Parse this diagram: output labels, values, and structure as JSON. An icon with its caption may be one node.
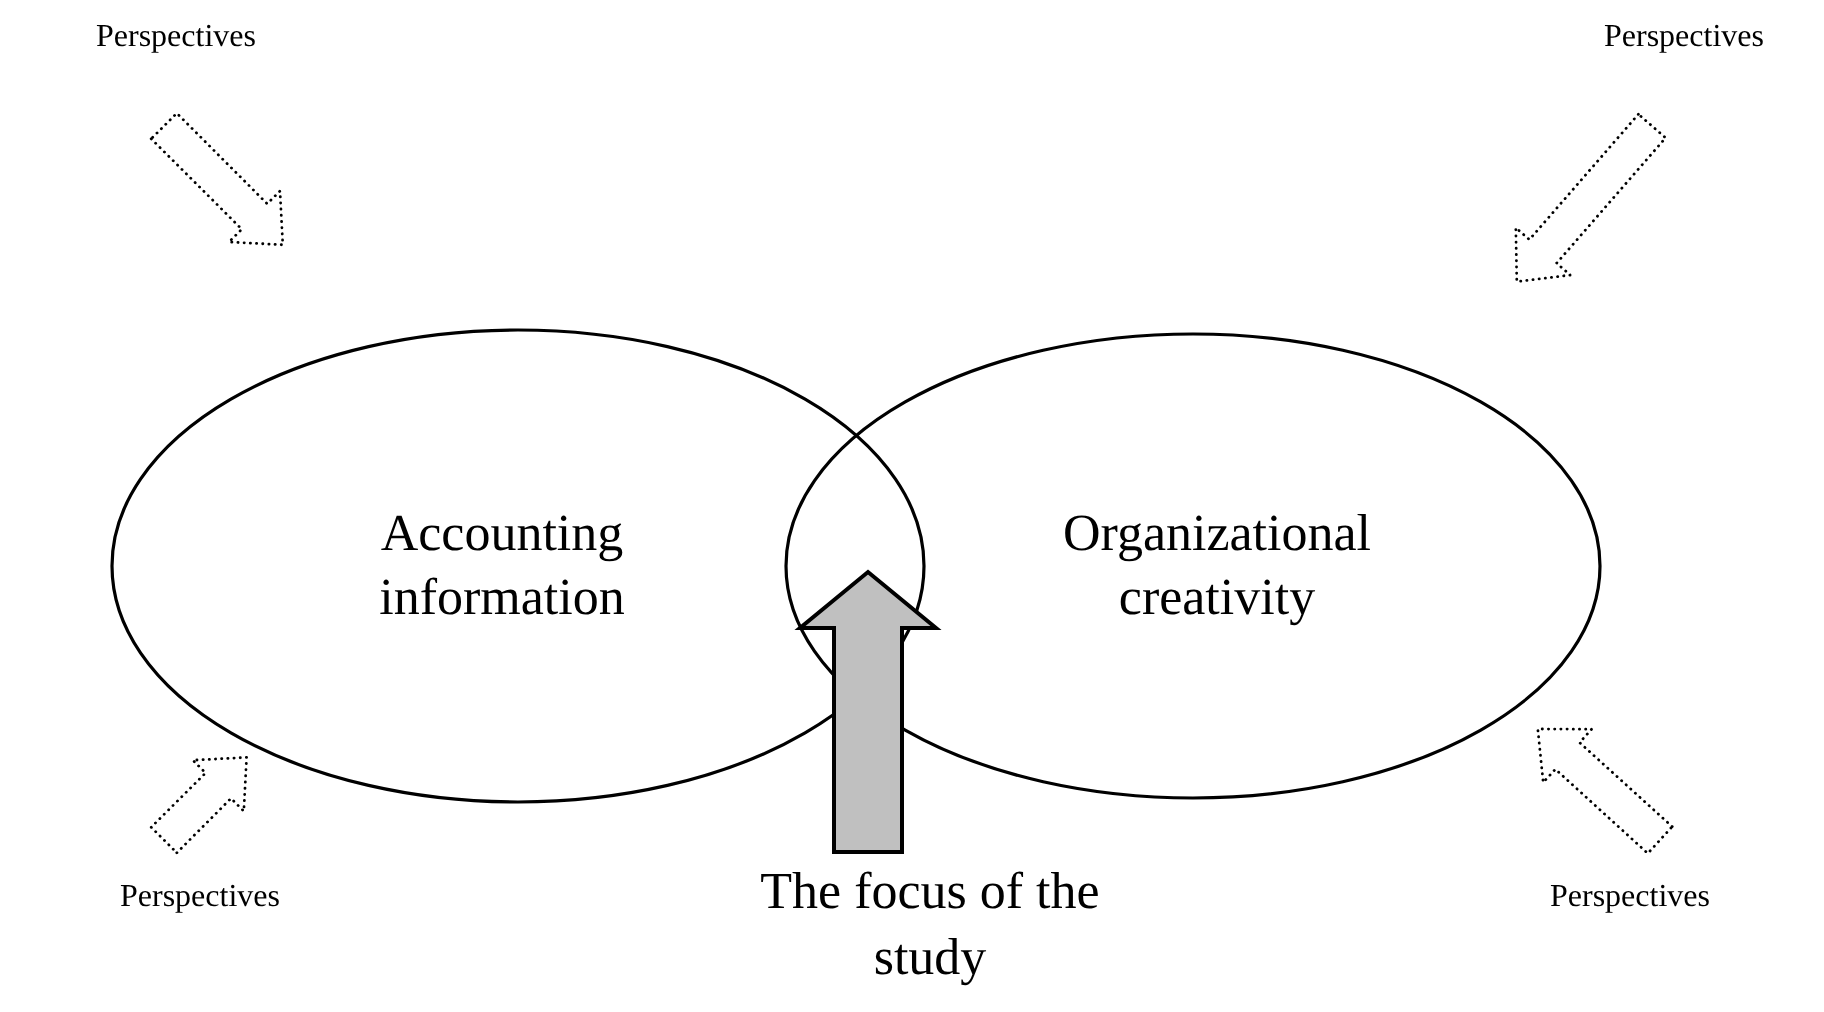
{
  "diagram": {
    "nodes": [
      {
        "text": [
          "Accounting information"
        ]
      },
      {
        "text": [
          "Organizational creativity"
        ]
      },
      {
        "text": [
          "Perspectives"
        ]
      },
      {
        "text": [
          "Perspectives"
        ]
      },
      {
        "text": [
          "Perspectives"
        ]
      },
      {
        "text": [
          "Perspectives"
        ]
      },
      {
        "text": [
          "The focus of the study"
        ]
      }
    ],
    "edges": [
      {
        "from": 2,
        "to": 0,
        "arrow": "to",
        "style": "dashed"
      },
      {
        "from": 3,
        "to": 1,
        "arrow": "to",
        "style": "dashed"
      },
      {
        "from": 4,
        "to": 0,
        "arrow": "to",
        "style": "dashed"
      },
      {
        "from": 5,
        "to": 1,
        "arrow": "to",
        "style": "dashed"
      },
      {
        "from": 6,
        "to": null,
        "arrow": "to",
        "style": "thick",
        "color": "#c0c0c0"
      }
    ]
  }
}
